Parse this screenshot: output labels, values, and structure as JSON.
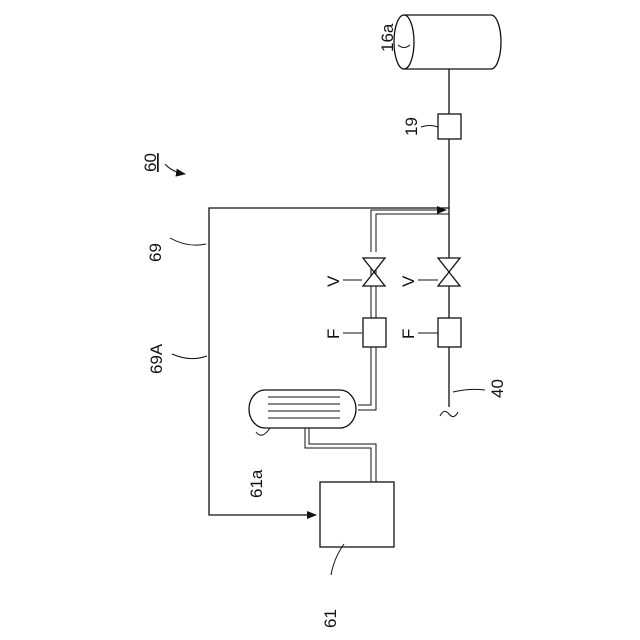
{
  "labels": {
    "system": "60",
    "line69": "69",
    "line69A": "69A",
    "tank": "16a",
    "device19": "19",
    "valve_upper": "V",
    "valve_lower": "V",
    "filter_upper": "F",
    "filter_lower": "F",
    "line40": "40",
    "heat_exchanger": "61a",
    "unit61": "61"
  }
}
